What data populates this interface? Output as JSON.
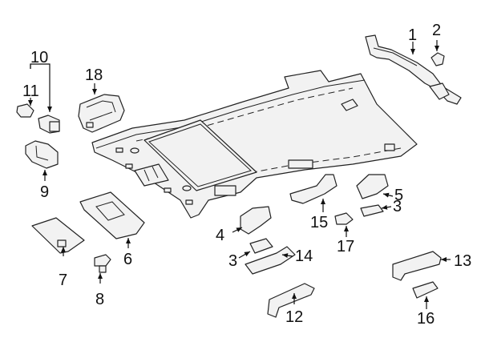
{
  "diagram": {
    "type": "exploded parts diagram",
    "subject": "Vehicle headliner / roof interior components",
    "callouts": [
      {
        "id": "c1",
        "label": "1"
      },
      {
        "id": "c2",
        "label": "2"
      },
      {
        "id": "c3a",
        "label": "3"
      },
      {
        "id": "c3b",
        "label": "3"
      },
      {
        "id": "c4",
        "label": "4"
      },
      {
        "id": "c5",
        "label": "5"
      },
      {
        "id": "c6",
        "label": "6"
      },
      {
        "id": "c7",
        "label": "7"
      },
      {
        "id": "c8",
        "label": "8"
      },
      {
        "id": "c9",
        "label": "9"
      },
      {
        "id": "c10",
        "label": "10"
      },
      {
        "id": "c11",
        "label": "11"
      },
      {
        "id": "c12",
        "label": "12"
      },
      {
        "id": "c13",
        "label": "13"
      },
      {
        "id": "c14",
        "label": "14"
      },
      {
        "id": "c15",
        "label": "15"
      },
      {
        "id": "c16",
        "label": "16"
      },
      {
        "id": "c17",
        "label": "17"
      },
      {
        "id": "c18",
        "label": "18"
      }
    ]
  }
}
